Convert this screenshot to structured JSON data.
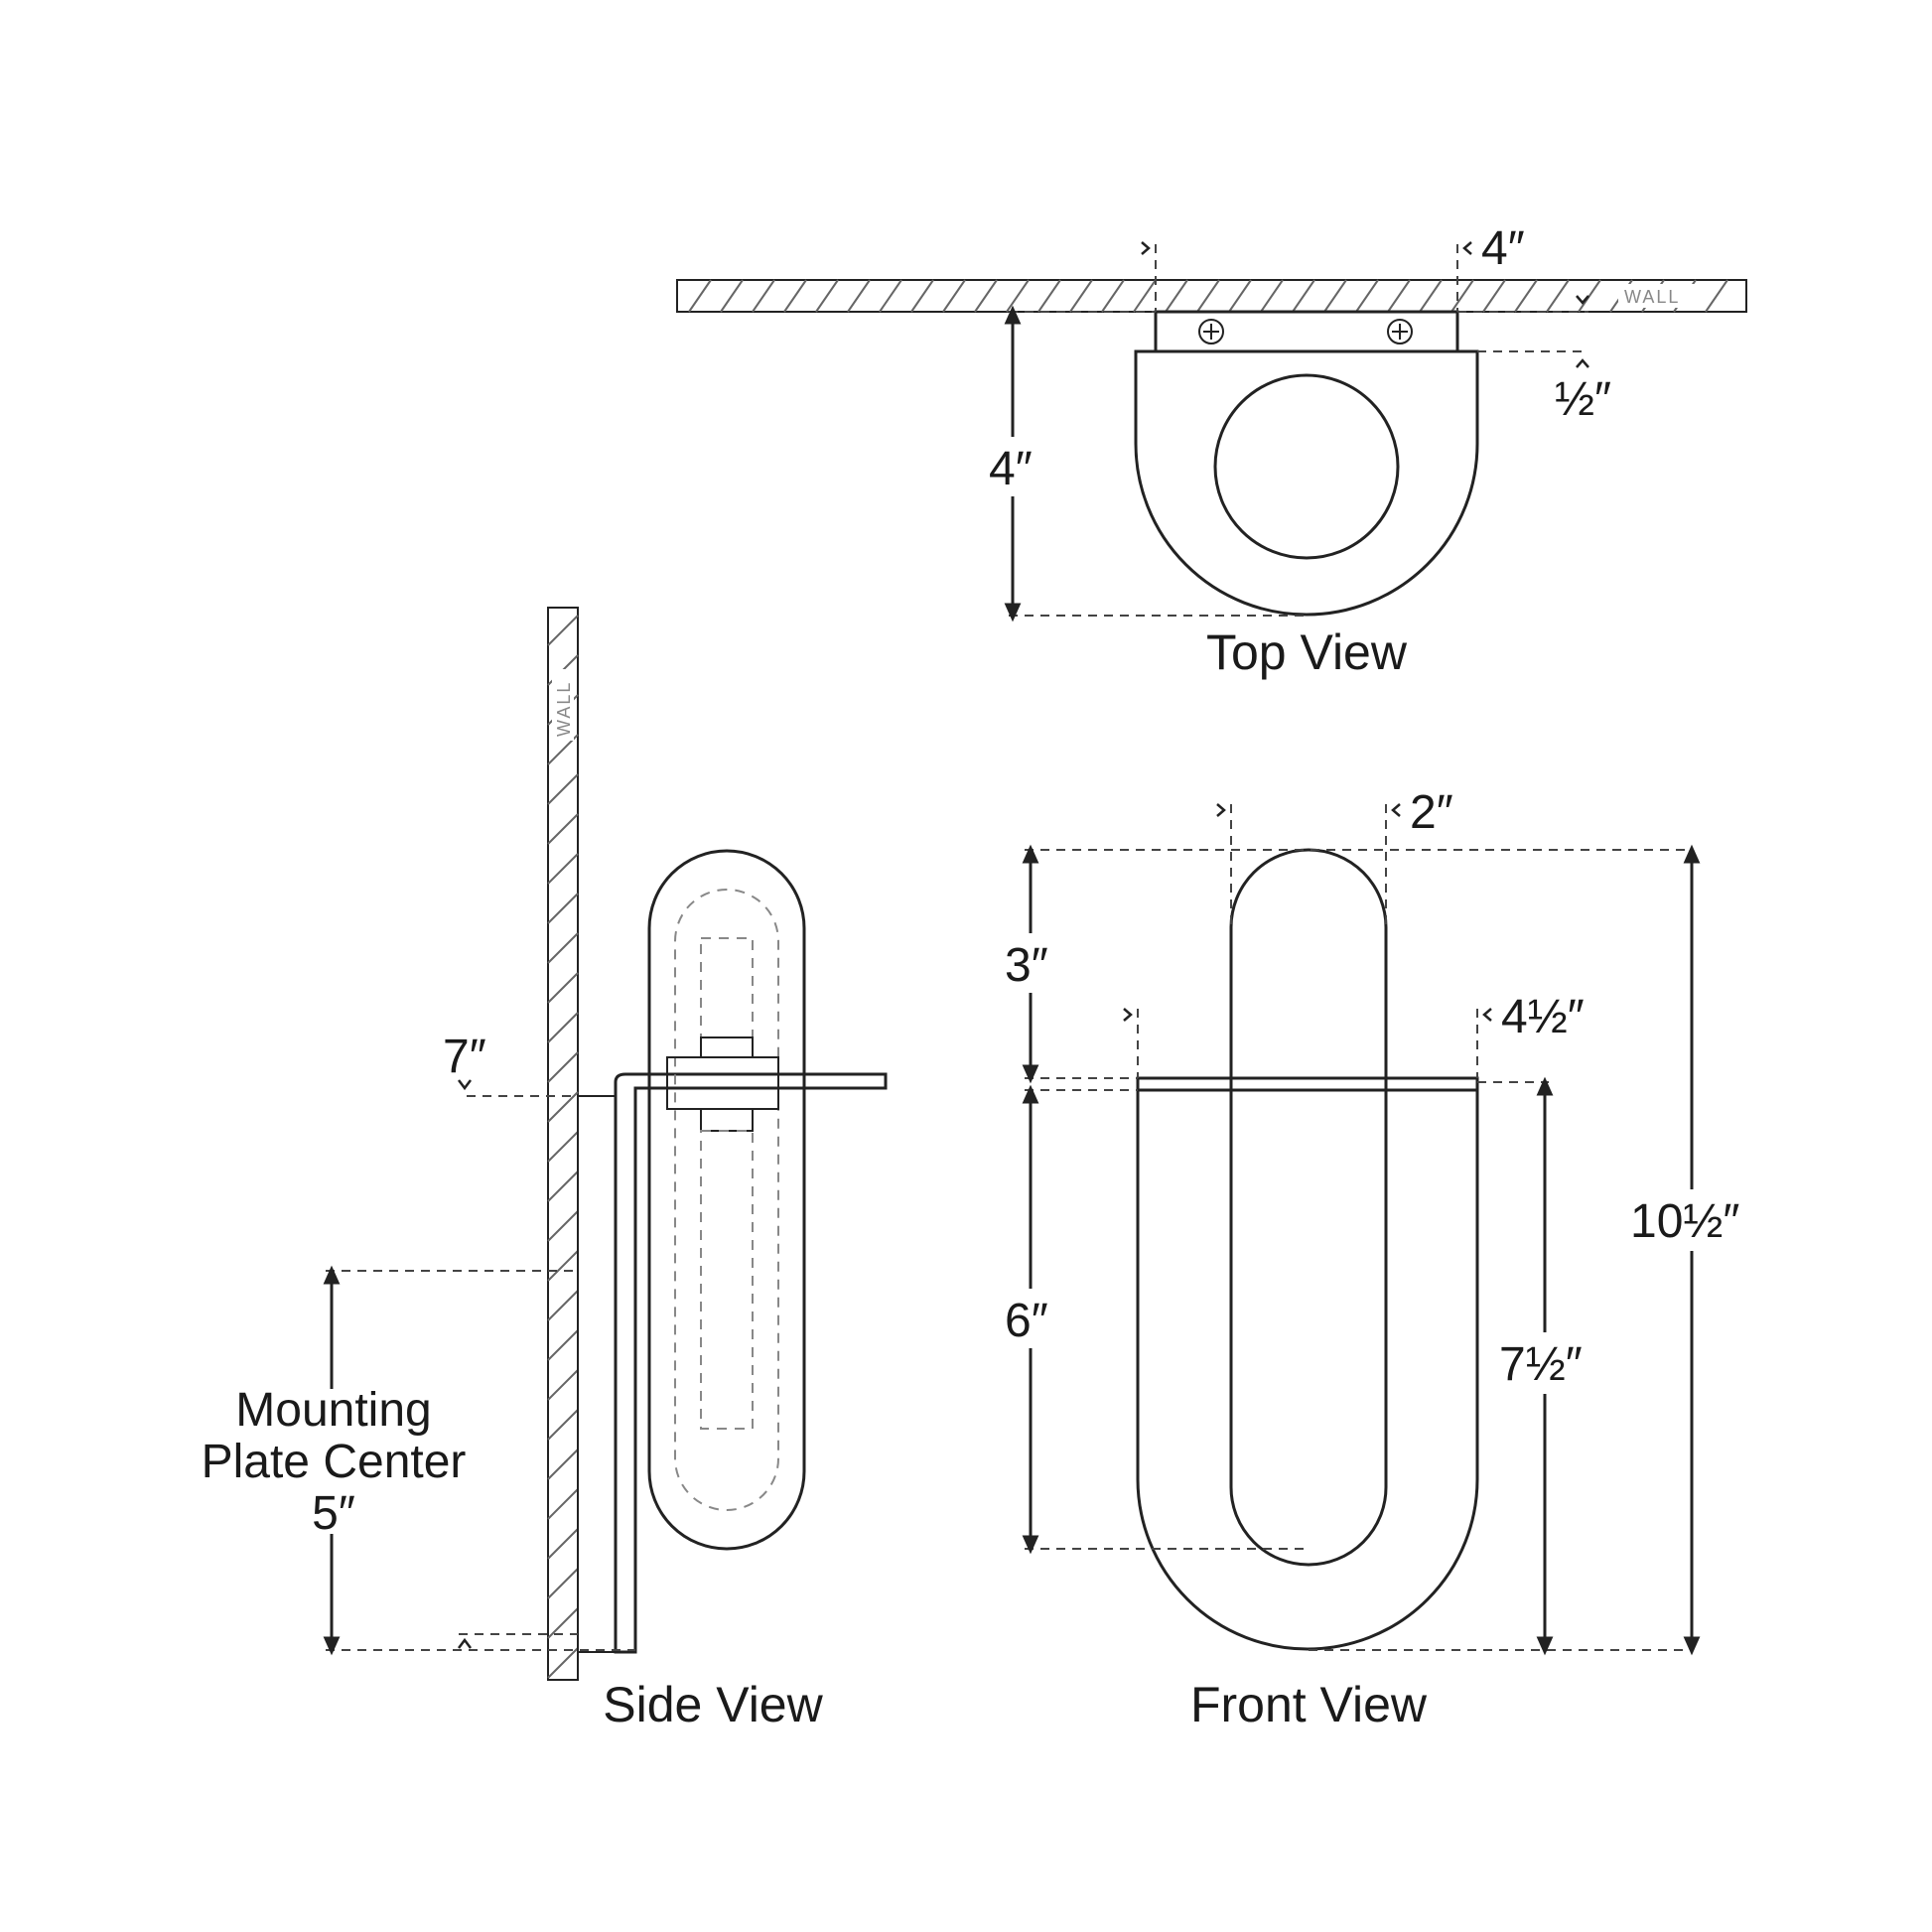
{
  "views": {
    "top": {
      "title": "Top View",
      "wall": "WALL"
    },
    "side": {
      "title": "Side View",
      "wall": "WALL"
    },
    "front": {
      "title": "Front View"
    }
  },
  "dimensions": {
    "top_plate_width": "4″",
    "top_plate_depth": "½″",
    "top_depth": "4″",
    "front_tube_width": "2″",
    "front_overall_width": "4½″",
    "front_top_height": "3″",
    "front_inner_height": "6″",
    "front_lower_height": "7½″",
    "front_overall_height": "10½″",
    "side_arm_height": "7″",
    "mounting_label_line1": "Mounting",
    "mounting_label_line2": "Plate Center",
    "mounting_value": "5″"
  }
}
